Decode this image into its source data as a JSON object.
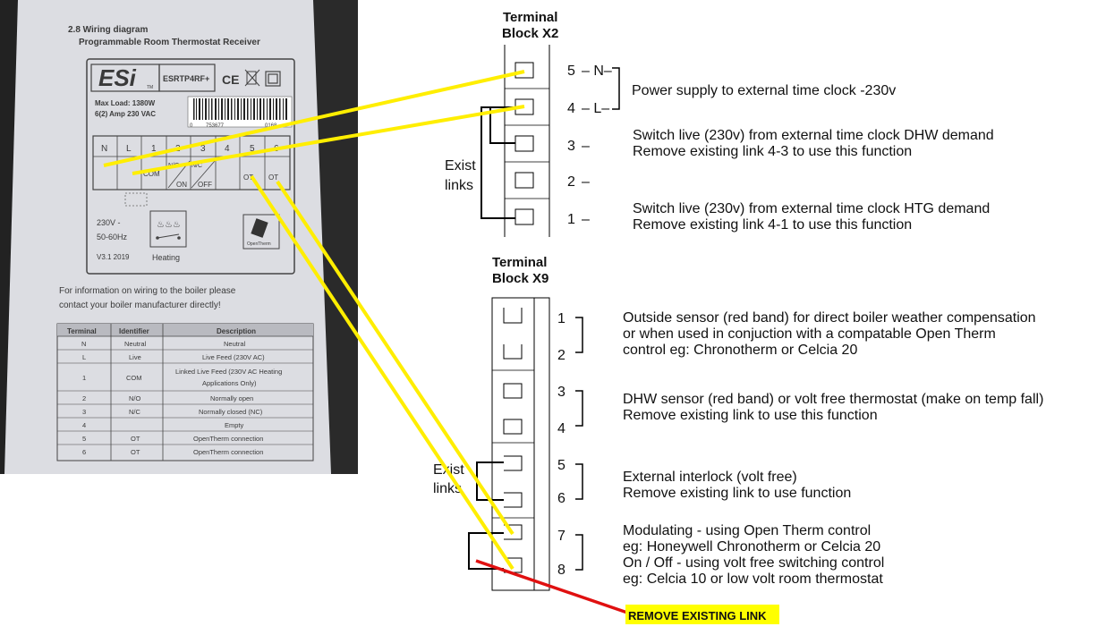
{
  "manual": {
    "section_title": "2.8 Wiring diagram",
    "section_subtitle": "Programmable Room Thermostat Receiver",
    "brand": "ESi",
    "trademark": "TM",
    "model": "ESRTP4RF+",
    "ce_mark": "CE",
    "max_load": "Max Load: 1380W",
    "amp_rating": "6(2) Amp 230 VAC",
    "barcode_left": "0",
    "barcode_digits": "753677",
    "barcode_right": "0168",
    "terminal_labels": [
      "N",
      "L",
      "1",
      "2",
      "3",
      "4",
      "5",
      "6"
    ],
    "com_label": "COM",
    "no_label": "N/O",
    "nc_label": "N/C",
    "on_label": "ON",
    "off_label": "OFF",
    "ot_label_1": "OT",
    "ot_label_2": "OT",
    "voltage": "230V -",
    "frequency": "50-60Hz",
    "version": "V3.1 2019",
    "heating_label": "Heating",
    "opentherm_logo": "OpenTherm",
    "info_line_1": "For information on wiring to the boiler please",
    "info_line_2": "contact your boiler manufacturer directly!",
    "table": {
      "headers": [
        "Terminal",
        "Identifier",
        "Description"
      ],
      "rows": [
        [
          "N",
          "Neutral",
          "Neutral"
        ],
        [
          "L",
          "Live",
          "Live Feed (230V AC)"
        ],
        [
          "1",
          "COM",
          "Linked Live Feed (230V AC Heating",
          "Applications Only)"
        ],
        [
          "2",
          "N/O",
          "Normally open"
        ],
        [
          "3",
          "N/C",
          "Normally closed (NC)"
        ],
        [
          "4",
          "",
          "Empty"
        ],
        [
          "5",
          "OT",
          "OpenTherm connection"
        ],
        [
          "6",
          "OT",
          "OpenTherm connection"
        ]
      ]
    }
  },
  "x2": {
    "title_1": "Terminal",
    "title_2": "Block X2",
    "terminals": [
      {
        "num": "5",
        "sym": "– N–"
      },
      {
        "num": "4",
        "sym": "– L–"
      },
      {
        "num": "3",
        "sym": "–"
      },
      {
        "num": "2",
        "sym": "–"
      },
      {
        "num": "1",
        "sym": "–"
      }
    ],
    "exist_1": "Exist",
    "exist_2": "links",
    "desc_power": "Power supply to external time clock -230v",
    "desc_dhw_1": "Switch live (230v) from external time clock DHW demand",
    "desc_dhw_2": "Remove existing link 4-3 to use this function",
    "desc_htg_1": "Switch live (230v) from external time clock HTG demand",
    "desc_htg_2": "Remove existing link 4-1 to use this function"
  },
  "x9": {
    "title_1": "Terminal",
    "title_2": "Block X9",
    "terminals": [
      "1",
      "2",
      "3",
      "4",
      "5",
      "6",
      "7",
      "8"
    ],
    "exist_1": "Exist",
    "exist_2": "links",
    "desc_1_2": [
      "Outside sensor (red band) for direct boiler weather compensation",
      "or when used in conjuction with a compatable Open Therm",
      "control eg: Chronotherm or Celcia 20"
    ],
    "desc_3_4": [
      "DHW sensor (red band) or volt free thermostat (make on temp fall)",
      "Remove existing link to use this function"
    ],
    "desc_5_6": [
      "External interlock (volt free)",
      "Remove existing link to use function"
    ],
    "desc_7_8": [
      "Modulating - using Open Therm control",
      "eg: Honeywell Chronotherm or Celcia 20",
      "On / Off - using volt free switching control",
      "eg: Celcia 10 or low volt room thermostat"
    ]
  },
  "callout": {
    "label": "REMOVE EXISTING LINK",
    "bg_color": "#ffff00",
    "line_color": "#e01010"
  },
  "connector_color": "#ffee00"
}
